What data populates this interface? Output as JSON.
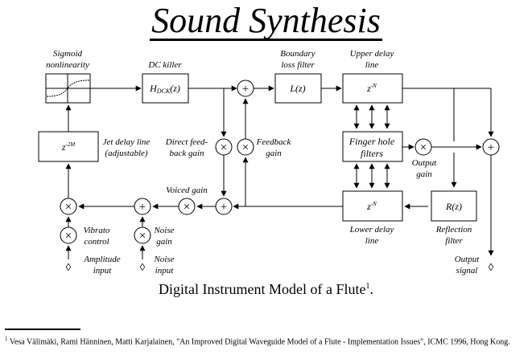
{
  "title": "Sound Synthesis",
  "caption": {
    "text": "Digital Instrument Model of a Flute",
    "footnote_mark": "1",
    "suffix": "."
  },
  "footnote": {
    "mark": "1",
    "text": "Vesa Välimäki, Rami Hänninen, Matti Karjalainen, \"An Improved Digital Waveguide Model of a Flute - Implementation Issues\", ICMC 1996, Hong Kong."
  },
  "blocks": {
    "sigmoid": {
      "label_line1": "Sigmoid",
      "label_line2": "nonlinearity"
    },
    "dc_killer": {
      "label": "DC killer",
      "content": "H",
      "subscript": "DCK",
      "arg": "(z)"
    },
    "loss_filter": {
      "label_line1": "Boundary",
      "label_line2": "loss filter",
      "content": "L(z)"
    },
    "upper_delay": {
      "label_line1": "Upper delay",
      "label_line2": "line",
      "content": "z",
      "exponent": "-N"
    },
    "finger_hole": {
      "content_line1": "Finger hole",
      "content_line2": "filters"
    },
    "lower_delay": {
      "label_line1": "Lower delay",
      "label_line2": "line",
      "content": "z",
      "exponent": "-N"
    },
    "reflection": {
      "label_line1": "Reflection",
      "label_line2": "filter",
      "content": "R(z)"
    },
    "jet_delay": {
      "label_line1": "Jet delay line",
      "label_line2": "(adjustable)",
      "content": "z",
      "exponent": "-2M"
    }
  },
  "nodes": {
    "direct_feedback_gain": {
      "label_line1": "Direct feed-",
      "label_line2": "back gain",
      "symbol": "×"
    },
    "feedback_gain": {
      "label_line1": "Feedback",
      "label_line2": "gain",
      "symbol": "×"
    },
    "output_gain": {
      "label_line1": "Output",
      "label_line2": "gain",
      "symbol": "×"
    },
    "voiced_gain": {
      "label": "Voiced gain",
      "symbol": "×"
    },
    "vibrato": {
      "label_line1": "Vibrato",
      "label_line2": "control",
      "symbol": "×"
    },
    "noise_gain": {
      "label_line1": "Noise",
      "label_line2": "gain",
      "symbol": "×"
    },
    "sum_symbol": "+"
  },
  "io": {
    "amplitude_input": {
      "label_line1": "Amplitude",
      "label_line2": "input",
      "symbol": "◊"
    },
    "noise_input": {
      "label_line1": "Noise",
      "label_line2": "input",
      "symbol": "◊"
    },
    "output_signal": {
      "label_line1": "Output",
      "label_line2": "signal",
      "symbol": "◊"
    }
  }
}
